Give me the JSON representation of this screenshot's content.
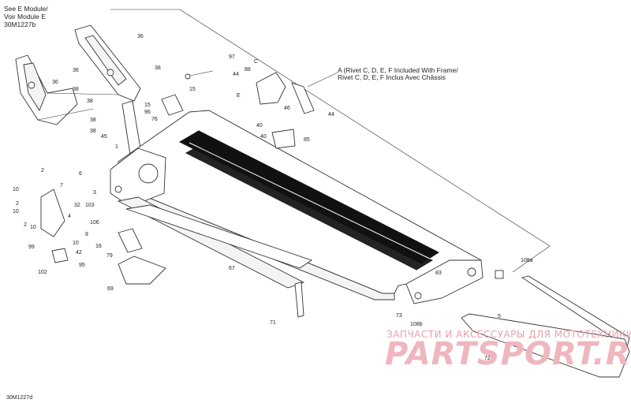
{
  "diagram_code": "30M1227d",
  "module_note": {
    "line1": "See E Module/",
    "line2": "Voir Module E",
    "line3": "30M1227b"
  },
  "frame_note": {
    "line1": "A (Rivet C, D, E, F Included With Frame/",
    "line2": "Rivet C, D, E, F Inclus Avec Châssis"
  },
  "watermark": {
    "top": "ЗАПЧАСТИ И АКСЕССУАРЫ ДЛЯ МОТОТЕХНИКИ",
    "brand": "PARTSPORT.RU"
  },
  "callouts": [
    {
      "id": "c36a",
      "text": "36"
    },
    {
      "id": "c38a",
      "text": "38"
    },
    {
      "id": "c36b",
      "text": "36"
    },
    {
      "id": "c36c",
      "text": "36"
    },
    {
      "id": "c38b",
      "text": "38"
    },
    {
      "id": "c38c",
      "text": "38"
    },
    {
      "id": "c38d",
      "text": "38"
    },
    {
      "id": "c38e",
      "text": "38"
    },
    {
      "id": "c97",
      "text": "97"
    },
    {
      "id": "c15a",
      "text": "15"
    },
    {
      "id": "c15b",
      "text": "15"
    },
    {
      "id": "c96",
      "text": "96"
    },
    {
      "id": "c76",
      "text": "76"
    },
    {
      "id": "c45",
      "text": "45"
    },
    {
      "id": "c1",
      "text": "1"
    },
    {
      "id": "cC",
      "text": "C"
    },
    {
      "id": "c88",
      "text": "88"
    },
    {
      "id": "c44a",
      "text": "44"
    },
    {
      "id": "cE",
      "text": "E"
    },
    {
      "id": "c46",
      "text": "46"
    },
    {
      "id": "c44b",
      "text": "44"
    },
    {
      "id": "c40a",
      "text": "40"
    },
    {
      "id": "c40b",
      "text": "40"
    },
    {
      "id": "c85",
      "text": "85"
    },
    {
      "id": "c2a",
      "text": "2"
    },
    {
      "id": "c6",
      "text": "6"
    },
    {
      "id": "c10a",
      "text": "10"
    },
    {
      "id": "c7",
      "text": "7"
    },
    {
      "id": "c3",
      "text": "3"
    },
    {
      "id": "c2b",
      "text": "2"
    },
    {
      "id": "c10b",
      "text": "10"
    },
    {
      "id": "c32",
      "text": "32"
    },
    {
      "id": "c103",
      "text": "103"
    },
    {
      "id": "c4",
      "text": "4"
    },
    {
      "id": "c2c",
      "text": "2"
    },
    {
      "id": "c10c",
      "text": "10"
    },
    {
      "id": "c106",
      "text": "106"
    },
    {
      "id": "c8",
      "text": "8"
    },
    {
      "id": "c10d",
      "text": "10"
    },
    {
      "id": "c99",
      "text": "99"
    },
    {
      "id": "c42",
      "text": "42"
    },
    {
      "id": "c16",
      "text": "16"
    },
    {
      "id": "c79",
      "text": "79"
    },
    {
      "id": "c95",
      "text": "95"
    },
    {
      "id": "c102",
      "text": "102"
    },
    {
      "id": "c69",
      "text": "69"
    },
    {
      "id": "c67",
      "text": "67"
    },
    {
      "id": "c71",
      "text": "71"
    },
    {
      "id": "c83",
      "text": "83"
    },
    {
      "id": "c108a",
      "text": "108a"
    },
    {
      "id": "c73",
      "text": "73"
    },
    {
      "id": "c5",
      "text": "5"
    },
    {
      "id": "c108b",
      "text": "108b"
    },
    {
      "id": "c72",
      "text": "72"
    }
  ]
}
